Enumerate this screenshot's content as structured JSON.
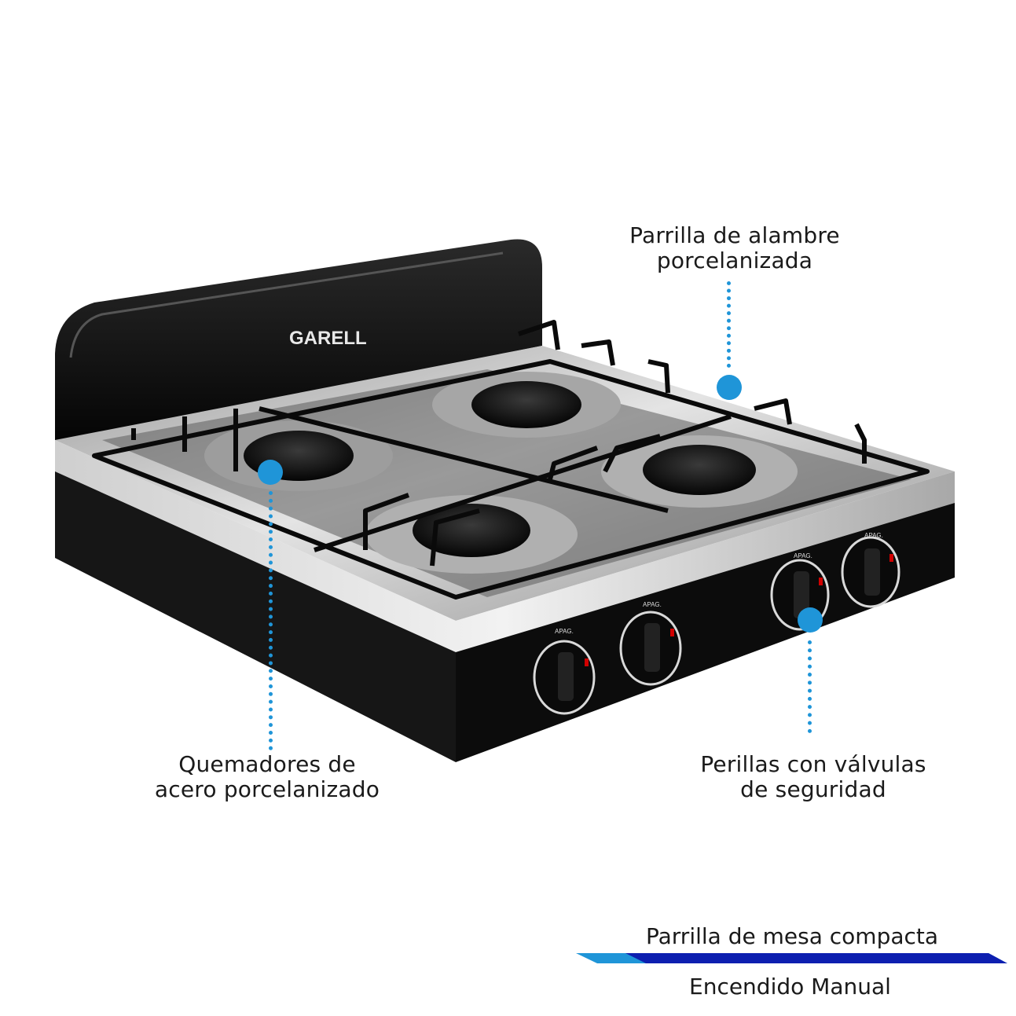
{
  "product": {
    "brand": "GARELL",
    "knob_label": "APAG."
  },
  "callouts": {
    "rack": {
      "line1": "Parrilla de alambre",
      "line2": "porcelanizada"
    },
    "burners": {
      "line1": "Quemadores de",
      "line2": "acero porcelanizado"
    },
    "knobs": {
      "line1": "Perillas con válvulas",
      "line2": "de seguridad"
    }
  },
  "features": {
    "primary": "Parrilla de mesa compacta",
    "secondary": "Encendido Manual"
  },
  "colors": {
    "accent_light": "#1f95d8",
    "accent_dark": "#0d1fb0",
    "body_black": "#111111",
    "steel": "#b8b8b8"
  }
}
